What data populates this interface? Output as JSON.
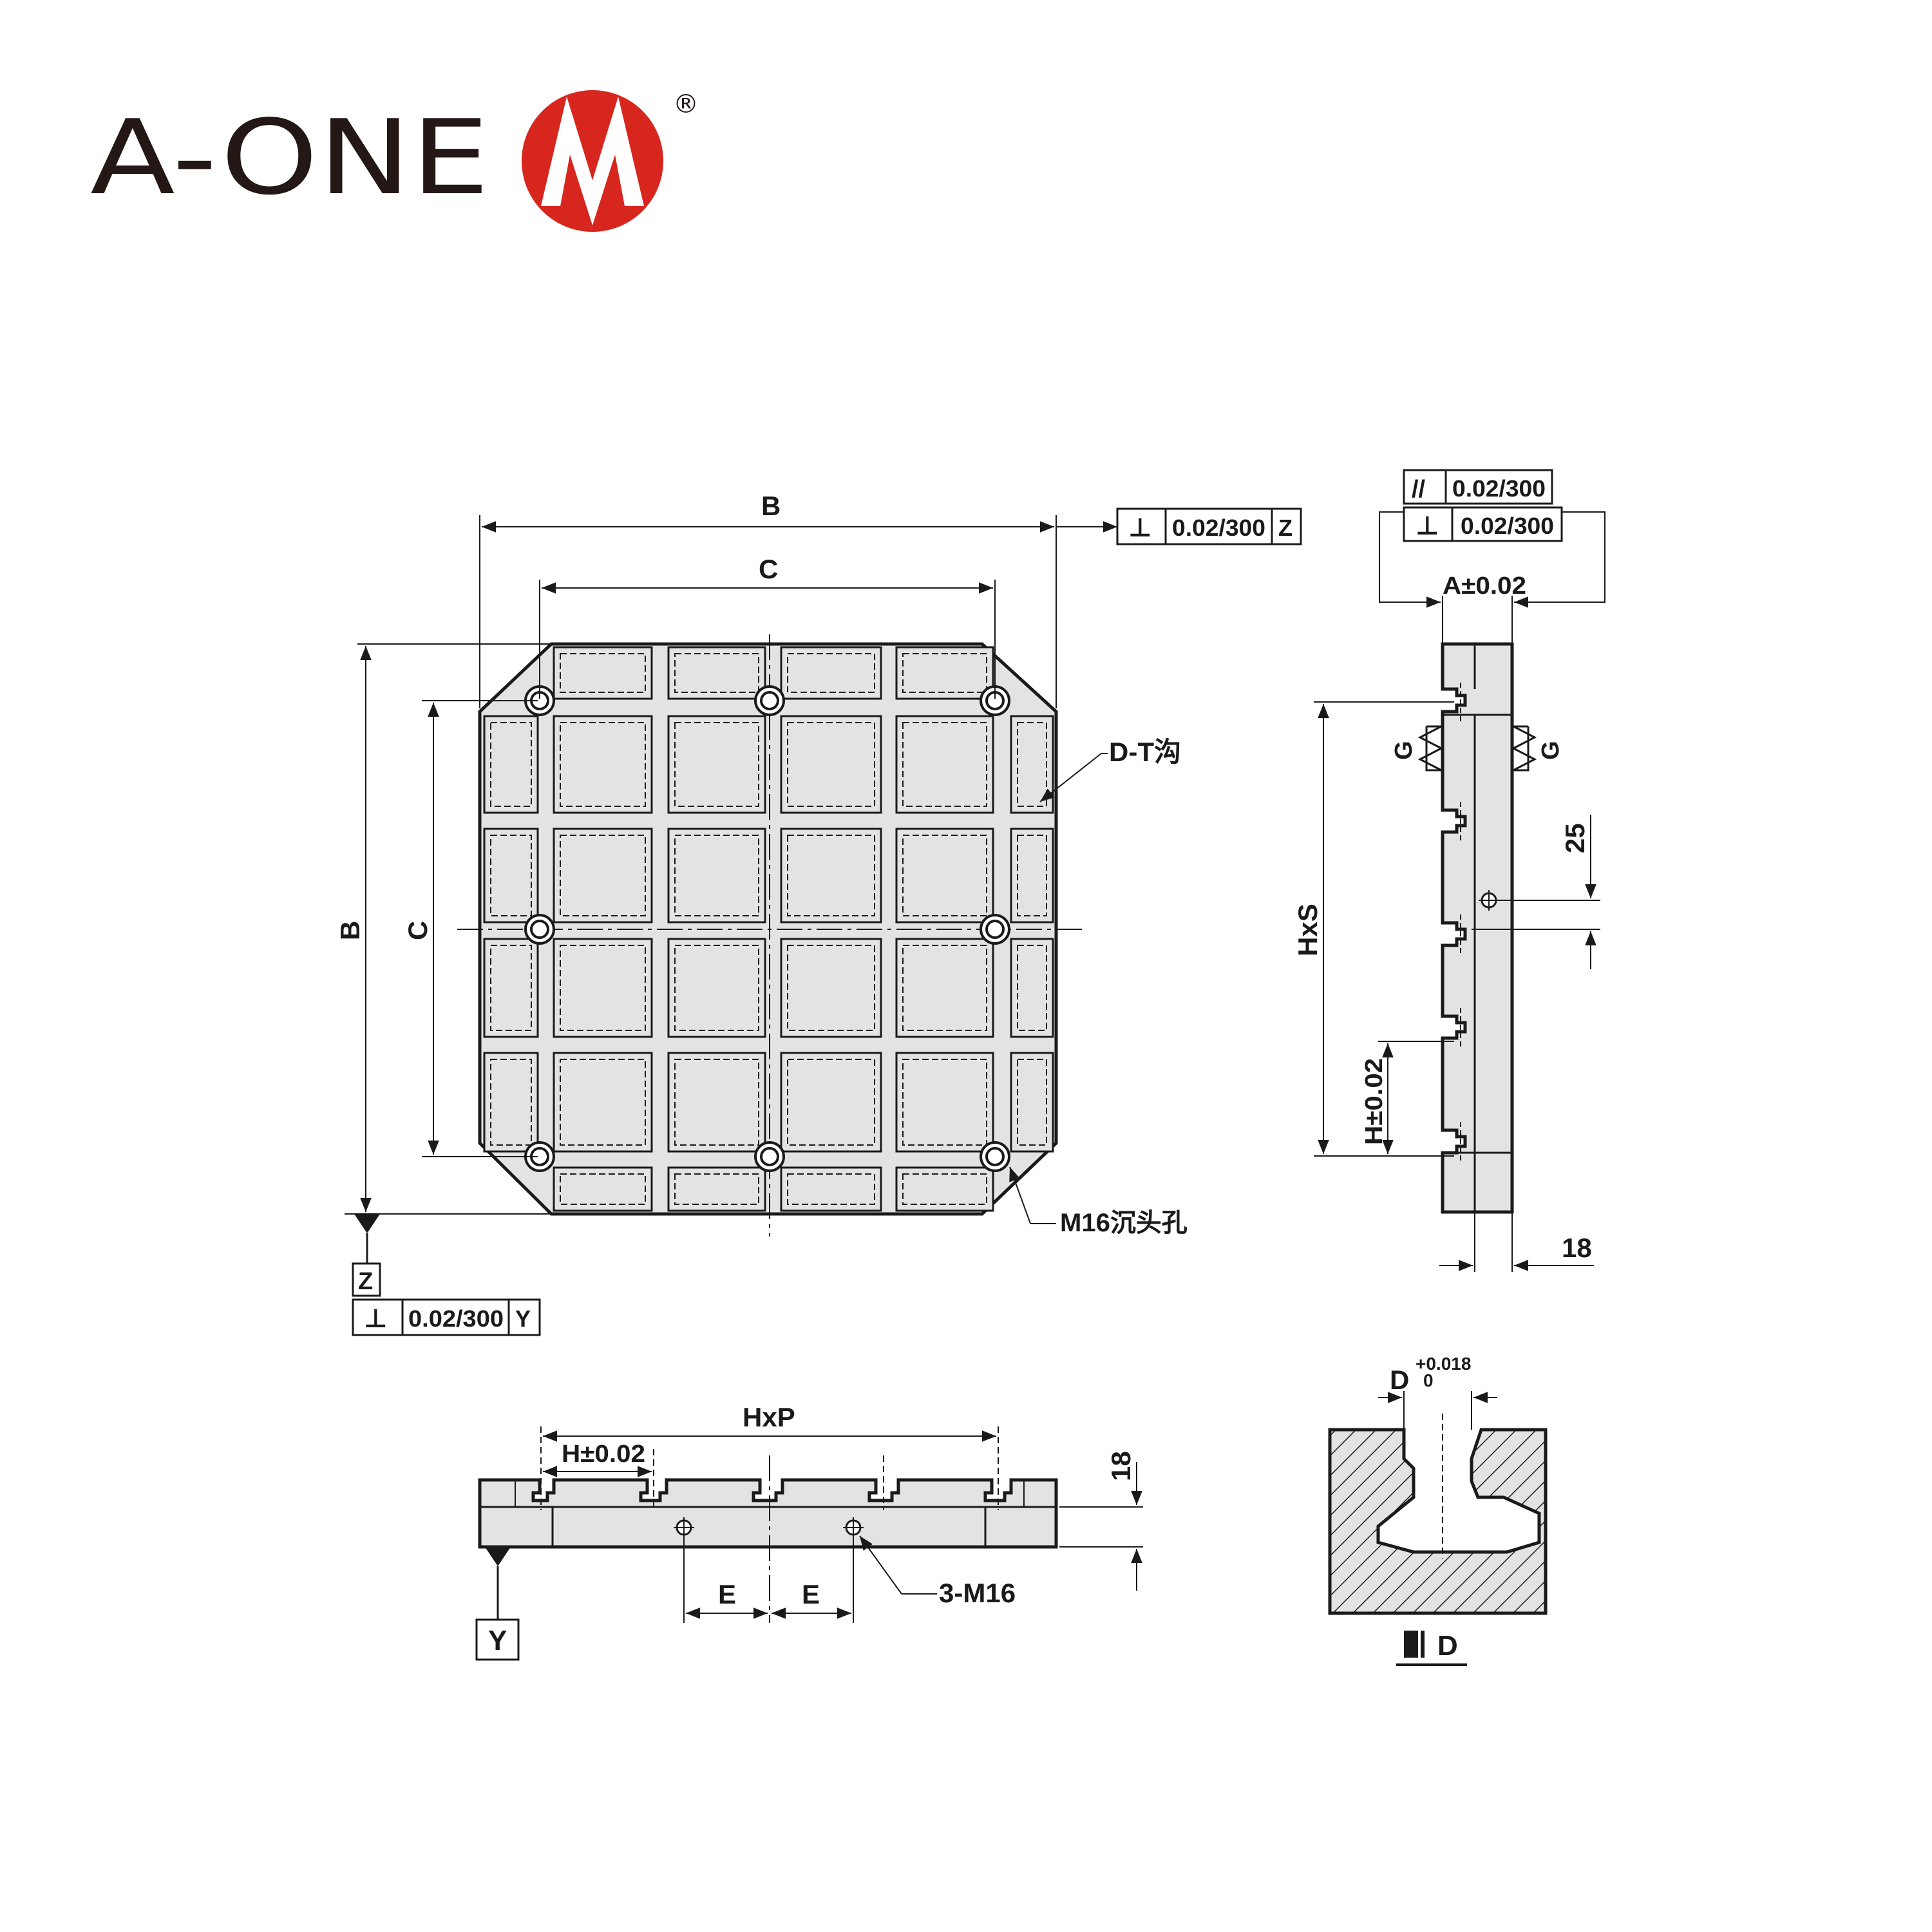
{
  "brand": {
    "name": "A-ONE",
    "registered": "®",
    "color": "#d7261e"
  },
  "colors": {
    "line": "#1a1a1a",
    "fill": "#e3e3e3",
    "white": "#ffffff"
  },
  "front_view": {
    "dim_b_top": "B",
    "dim_c_top": "C",
    "dim_b_left": "B",
    "dim_c_left": "C",
    "slot_label": "D-T沟",
    "hole_label": "M16沉头孔",
    "tol_top": {
      "symbol": "⊥",
      "value": "0.02/300",
      "datum": "Z"
    },
    "datum_z": "Z",
    "tol_bottom": {
      "symbol": "⊥",
      "value": "0.02/300",
      "datum": "Y"
    }
  },
  "side_view": {
    "tol_parallel": {
      "symbol": "//",
      "value": "0.02/300"
    },
    "tol_perp": {
      "symbol": "⊥",
      "value": "0.02/300"
    },
    "dim_a": "A±0.02",
    "g_left": "G",
    "g_right": "G",
    "dim_25": "25",
    "dim_hxs": "HxS",
    "dim_h": "H±0.02",
    "dim_18": "18"
  },
  "bottom_view": {
    "dim_hxp": "HxP",
    "dim_h": "H±0.02",
    "dim_18": "18",
    "dim_e1": "E",
    "dim_e2": "E",
    "hole_label": "3-M16",
    "datum_y": "Y"
  },
  "section": {
    "dim_d": "D",
    "tol_upper": "+0.018",
    "tol_lower": "0",
    "section_label": "D"
  }
}
